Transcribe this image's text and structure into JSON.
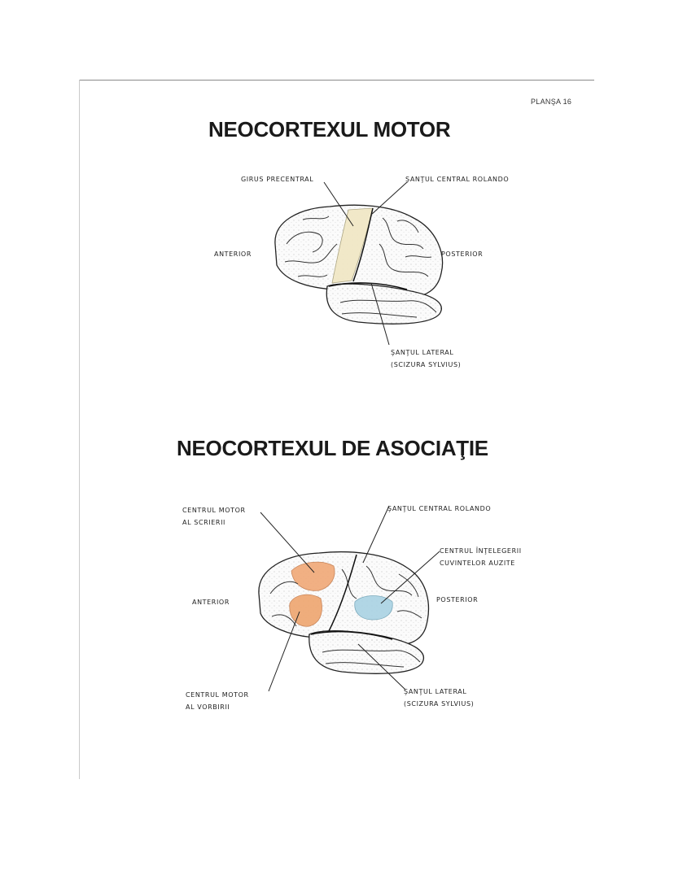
{
  "plate_label": "PLANŞA 16",
  "diagram_motor": {
    "title": "NEOCORTEXUL MOTOR",
    "labels": {
      "precentral": "GIRUS  PRECENTRAL",
      "central_sulcus": "ŞANŢUL  CENTRAL  ROLANDO",
      "anterior": "ANTERIOR",
      "posterior": "POSTERIOR",
      "lateral_line1": "ŞANŢUL  LATERAL",
      "lateral_line2": "(SCIZURA  SYLVIUS)"
    },
    "highlight_color": "#f1e8c6"
  },
  "diagram_association": {
    "title": "NEOCORTEXUL DE ASOCIAŢIE",
    "labels": {
      "writing_line1": "CENTRUL  MOTOR",
      "writing_line2": "AL  SCRIERII",
      "central_sulcus": "ŞANŢUL  CENTRAL  ROLANDO",
      "comprehension_line1": "CENTRUL  ÎNŢELEGERII",
      "comprehension_line2": "CUVINTELOR  AUZITE",
      "anterior": "ANTERIOR",
      "posterior": "POSTERIOR",
      "speech_line1": "CENTRUL  MOTOR",
      "speech_line2": "AL  VORBIRII",
      "lateral_line1": "ŞANŢUL  LATERAL",
      "lateral_line2": "(SCIZURA  SYLVIUS)"
    },
    "writing_color": "#f0a877",
    "speech_color": "#eea56f",
    "comprehension_color": "#a9d3e3"
  }
}
